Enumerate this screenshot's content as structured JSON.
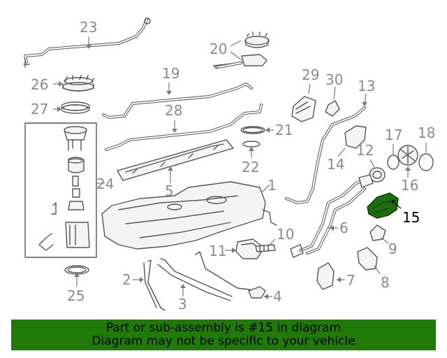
{
  "callouts": [
    "1",
    "2",
    "3",
    "4",
    "5",
    "6",
    "7",
    "8",
    "9",
    "10",
    "11",
    "12",
    "13",
    "14",
    "15",
    "16",
    "17",
    "18",
    "19",
    "20",
    "21",
    "22",
    "23",
    "24",
    "25",
    "26",
    "27",
    "28",
    "29",
    "30"
  ],
  "highlight_part": "15",
  "highlight_color": "#1b6e0b",
  "banner": {
    "line1": "Part or sub-assembly is #15 in diagram",
    "line2": "Diagram may not be specific to your vehicle",
    "color": "#1f7a08"
  }
}
